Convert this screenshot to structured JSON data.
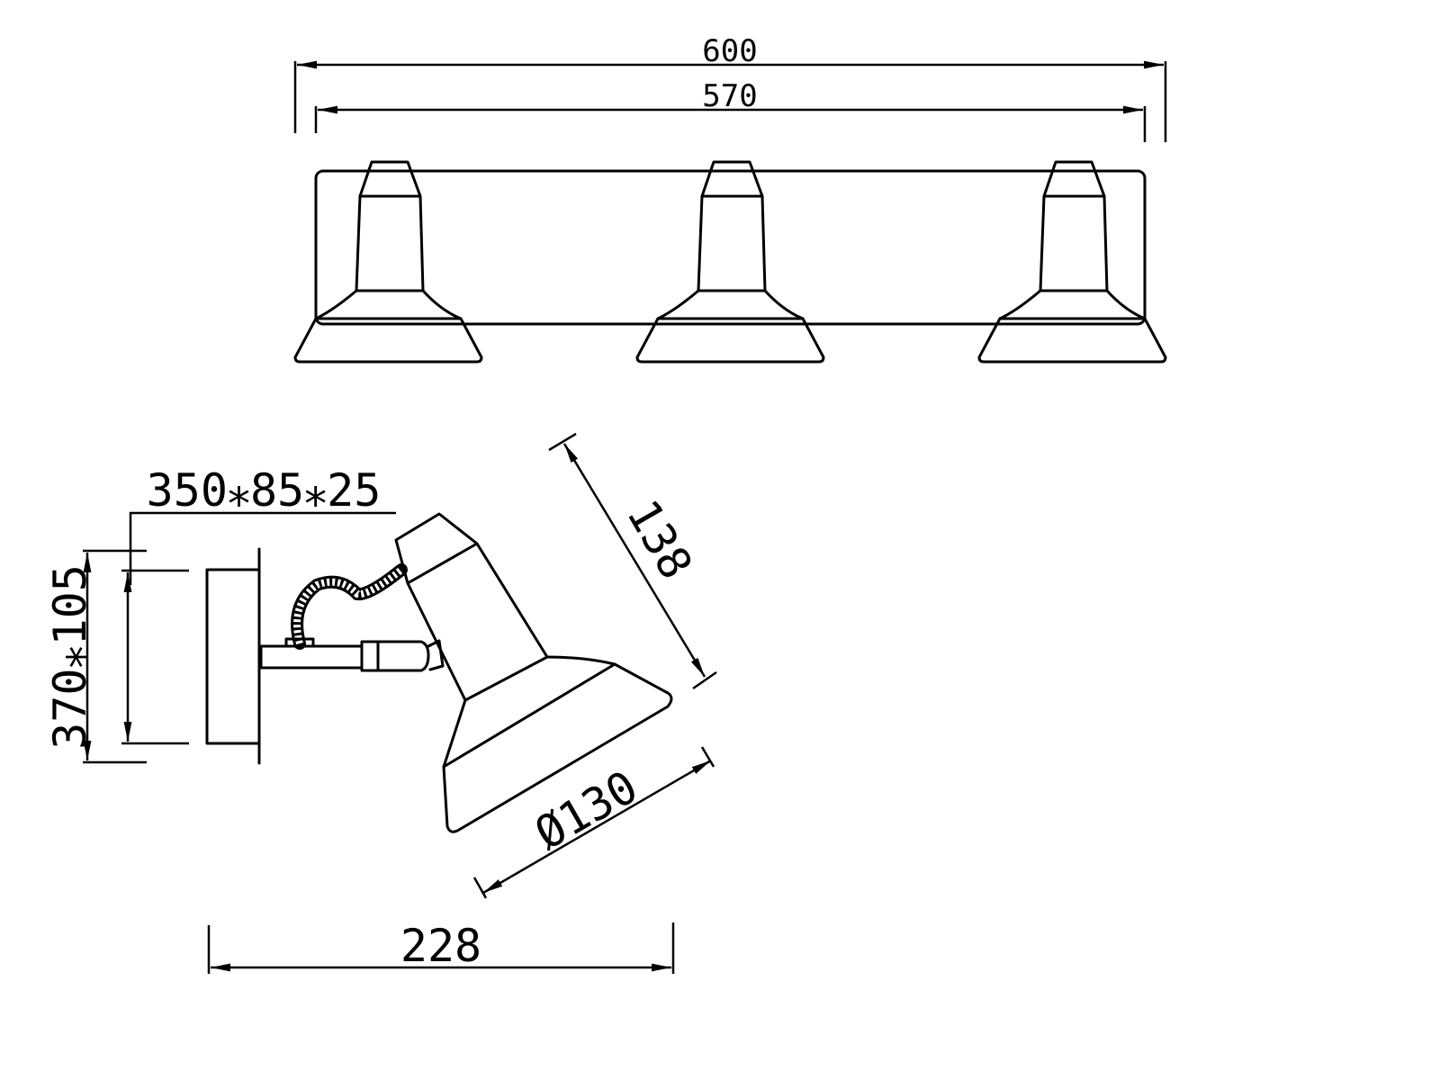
{
  "drawing": {
    "front_view": {
      "dim_overall_width": "600",
      "dim_plate_width": "570",
      "lamp_count": 3
    },
    "side_view": {
      "dim_plate_size": "350⁎85⁎25",
      "dim_height": "370⁎105",
      "dim_shade_length": "138",
      "dim_shade_diameter": "Ø130",
      "dim_projection": "228"
    },
    "line_color": "#000000",
    "background_color": "#ffffff"
  }
}
